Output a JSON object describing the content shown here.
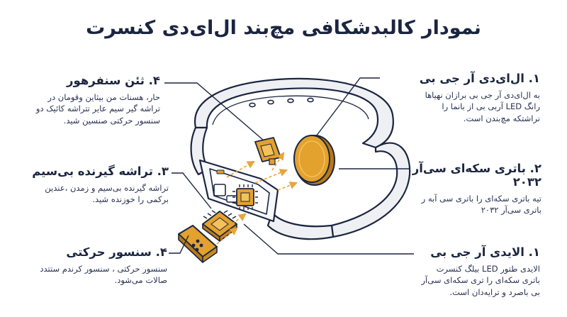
{
  "title": "نمودار کالبدشکافی مچ‌بند ال‌ای‌دی کنسرت",
  "callouts": {
    "led_rgb_1": {
      "heading": "۱. ال‌ای‌دی آر جی بی",
      "body": "به ال‌ای‌دی آر جی بی برازان نهیاها رانگ LED آربی بی از بانما را نراشتکه مچ‌بندن است."
    },
    "battery": {
      "heading": "۲. باتری سکه‌ای سی‌آر ۲۰۳۲",
      "body": "تیه باتری سکه‌ای را باتری سی آبه ر باتری سی‌آر ۲۰۳۲"
    },
    "led_rgb_2": {
      "heading": "۱. الایدی آر جی بی",
      "body": "الایدی طتور LED بیلگ کنسرت باتری سکه‌ای را تری سکه‌ای سی‌آر بی باصرد و ترایه‌دان است."
    },
    "sensor_top": {
      "heading": "۴. ثئن سنفرهور",
      "body": "حار، هسنات من بیثاین وقومان در تراشه گیر سیم عایر تتراشه کائیک دو سنسور حرکتی صنسین شید."
    },
    "wireless_chip": {
      "heading": "۳. تراشه گیرنده بی‌سیم",
      "body": "تراشه گیرنده بی‌سیم و زمدن ،عندین برکمی را خوزنده شید."
    },
    "motion_sensor": {
      "heading": "۴. سنسور حرکتی",
      "body": "سنسور حرکتی ، سنسور کرندم ستتدد صالات می‌شود."
    }
  },
  "colors": {
    "navy": "#1b2540",
    "amber": "#e3a12e",
    "amber_light": "#f3c25a",
    "amber_dark": "#b97a14",
    "band_gray": "#eef0f4",
    "arrow": "#e9a43a"
  },
  "icons": {
    "sensor_glyph": "hexagon-dots-icon"
  }
}
